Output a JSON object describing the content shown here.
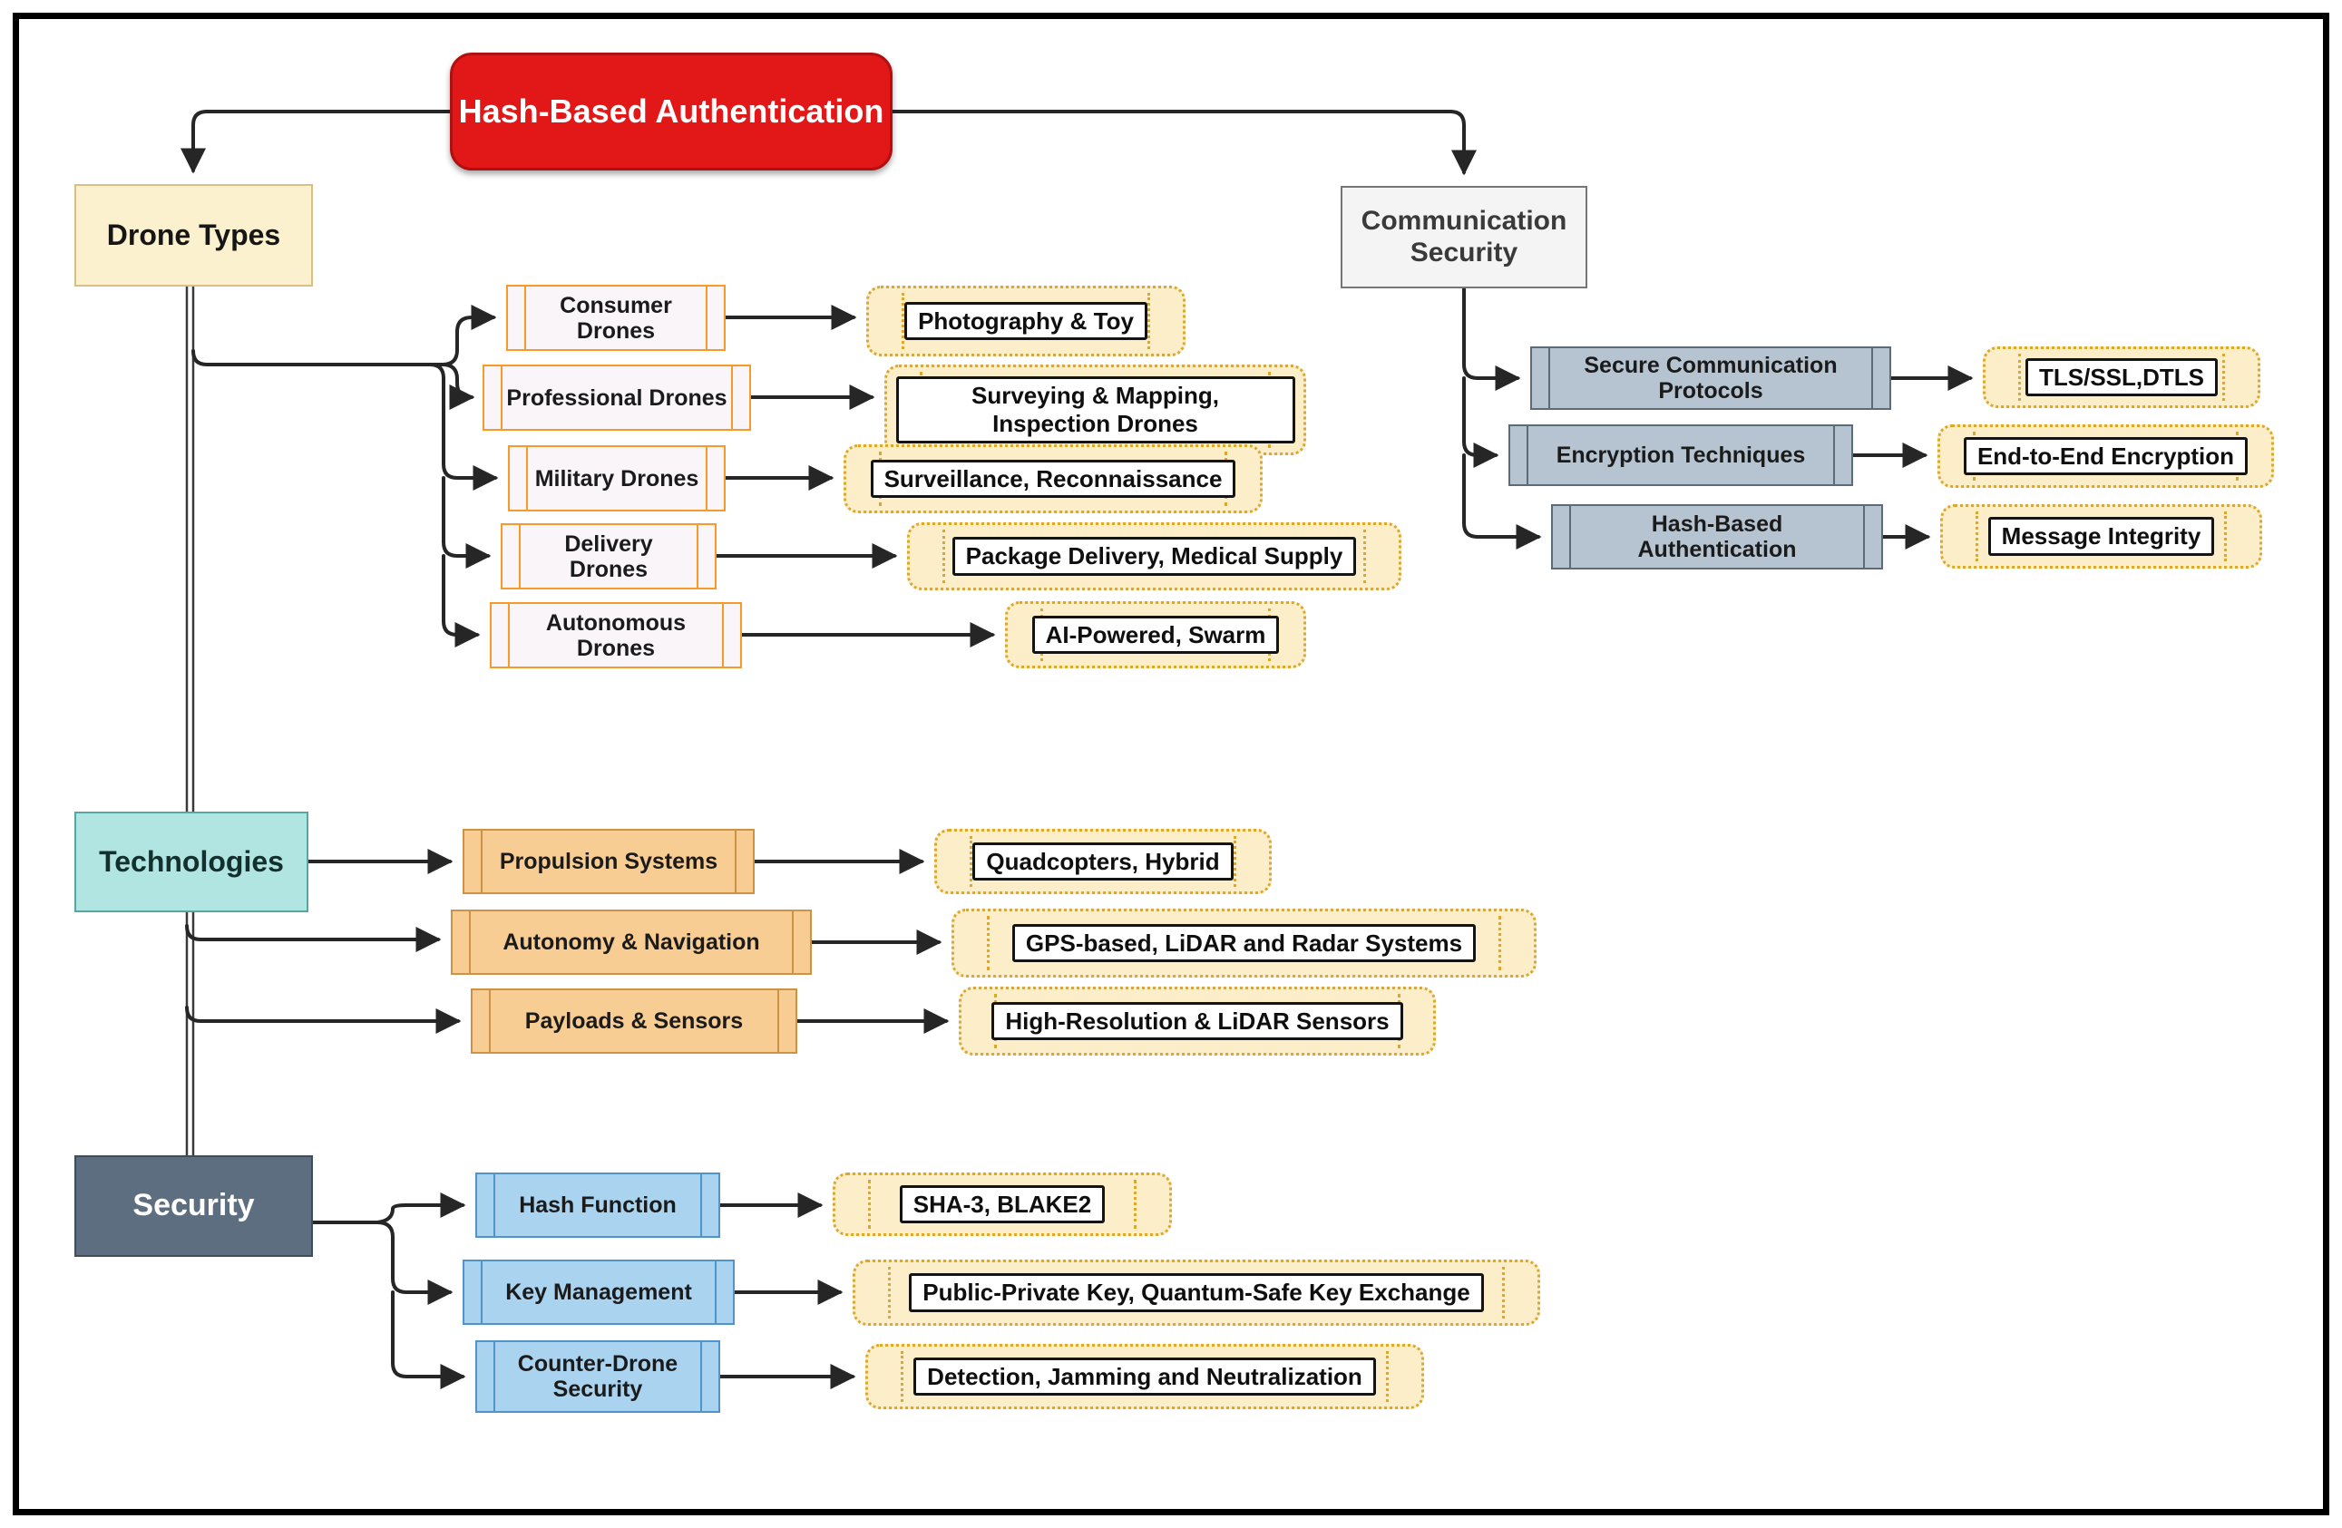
{
  "root": {
    "label": "Hash-Based Authentication"
  },
  "branches": {
    "drone_types": {
      "label": "Drone Types",
      "children": [
        {
          "label": "Consumer Drones",
          "leaf": "Photography & Toy"
        },
        {
          "label": "Professional Drones",
          "leaf": "Surveying & Mapping, Inspection Drones"
        },
        {
          "label": "Military Drones",
          "leaf": "Surveillance, Reconnaissance"
        },
        {
          "label": "Delivery Drones",
          "leaf": "Package Delivery, Medical Supply"
        },
        {
          "label": "Autonomous Drones",
          "leaf": "AI-Powered, Swarm"
        }
      ]
    },
    "communication_security": {
      "label": "Communication Security",
      "children": [
        {
          "label": "Secure Communication Protocols",
          "leaf": "TLS/SSL,DTLS"
        },
        {
          "label": "Encryption Techniques",
          "leaf": "End-to-End Encryption"
        },
        {
          "label": "Hash-Based Authentication",
          "leaf": "Message Integrity"
        }
      ]
    },
    "technologies": {
      "label": "Technologies",
      "children": [
        {
          "label": "Propulsion Systems",
          "leaf": "Quadcopters, Hybrid"
        },
        {
          "label": "Autonomy & Navigation",
          "leaf": "GPS-based, LiDAR and Radar Systems"
        },
        {
          "label": "Payloads & Sensors",
          "leaf": "High-Resolution & LiDAR Sensors"
        }
      ]
    },
    "security": {
      "label": "Security",
      "children": [
        {
          "label": "Hash Function",
          "leaf": "SHA-3, BLAKE2"
        },
        {
          "label": "Key Management",
          "leaf": "Public-Private Key, Quantum-Safe Key Exchange"
        },
        {
          "label": "Counter-Drone Security",
          "leaf": "Detection, Jamming and Neutralization"
        }
      ]
    }
  },
  "colors": {
    "root_fill": "#e21717",
    "drone_types_fill": "#fbf1cf",
    "communication_fill": "#f4f4f4",
    "technologies_fill": "#b0e5e1",
    "security_fill": "#5c6e80",
    "child_orange_border": "#f79a28",
    "child_tan_fill": "#f8cd94",
    "child_bluegray_fill": "#b6c4d1",
    "child_blue_fill": "#a9d3ef",
    "leaf_fill": "#fceec9",
    "leaf_border": "#dca72e",
    "connector": "#262626"
  }
}
